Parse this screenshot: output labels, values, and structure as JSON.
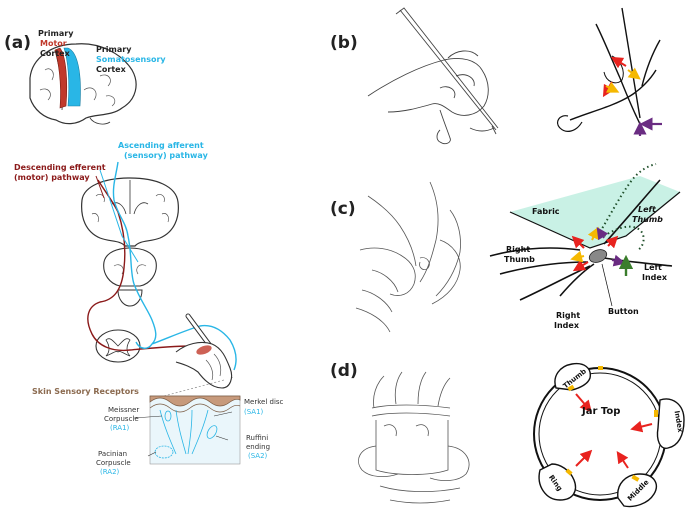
{
  "panels": {
    "a": {
      "label": "(a)",
      "cortex_primary_1": "Primary",
      "cortex_motor": "Motor",
      "cortex_cortex_1": "Cortex",
      "cortex_primary_2": "Primary",
      "cortex_somato": "Somatosensory",
      "cortex_cortex_2": "Cortex",
      "asc_line1": "Ascending afferent",
      "asc_line2": "(sensory) pathway",
      "desc_line1": "Descending efferent",
      "desc_line2": "(motor) pathway",
      "skin_title": "Skin Sensory Receptors",
      "meissner_1": "Meissner",
      "meissner_2": "Corpuscle",
      "meissner_code": "(RA1)",
      "merkel_1": "Merkel disc",
      "merkel_code": "(SA1)",
      "pacinian_1": "Pacinian",
      "pacinian_2": "Corpuscle",
      "pacinian_code": "(RA2)",
      "ruffini_1": "Ruffini",
      "ruffini_2": "ending",
      "ruffini_code": "(SA2)"
    },
    "b": {
      "label": "(b)"
    },
    "c": {
      "label": "(c)",
      "fabric": "Fabric",
      "left_thumb_1": "Left",
      "left_thumb_2": "Thumb",
      "right_thumb_1": "Right",
      "right_thumb_2": "Thumb",
      "left_index_1": "Left",
      "left_index_2": "Index",
      "right_index_1": "Right",
      "right_index_2": "Index",
      "button": "Button"
    },
    "d": {
      "label": "(d)",
      "jar_top": "Jar Top",
      "thumb": "Thumb",
      "index": "Index",
      "middle": "Middle",
      "ring": "Ring"
    }
  },
  "colors": {
    "motor": "#8b1a1a",
    "sensory": "#29b6e6",
    "brain_motor": "#c0392b",
    "brain_somato": "#29b6e6",
    "skin_label": "#8b6a4f",
    "force_red": "#e8231f",
    "force_yellow": "#f5b800",
    "force_purple": "#6a2c82",
    "force_green": "#3a7d2c",
    "fabric": "#bfeee0"
  }
}
